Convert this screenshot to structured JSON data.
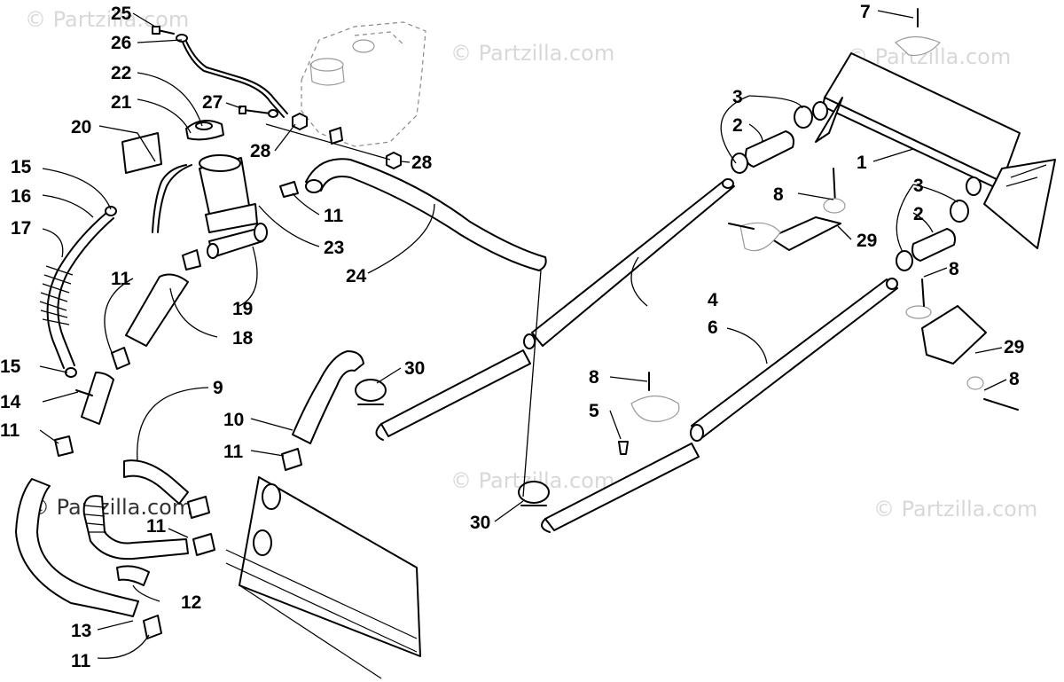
{
  "watermarks": [
    {
      "id": "wm-1",
      "text": "© Partzilla.com"
    },
    {
      "id": "wm-2",
      "text": "© Partzilla.com"
    },
    {
      "id": "wm-3",
      "text": "© Partzilla.com"
    },
    {
      "id": "wm-4",
      "text": "© Partzilla.com"
    },
    {
      "id": "wm-5",
      "text": "© Partzilla.com"
    },
    {
      "id": "wm-6",
      "text": "© Partzilla.com"
    }
  ],
  "callouts": {
    "c1": "1",
    "c2a": "2",
    "c2b": "2",
    "c3a": "3",
    "c3b": "3",
    "c4": "4",
    "c5": "5",
    "c6": "6",
    "c7": "7",
    "c8a": "8",
    "c8b": "8",
    "c8c": "8",
    "c8d": "8",
    "c9": "9",
    "c10": "10",
    "c11a": "11",
    "c11b": "11",
    "c11c": "11",
    "c11d": "11",
    "c11e": "11",
    "c11f": "11",
    "c12": "12",
    "c13": "13",
    "c14": "14",
    "c15a": "15",
    "c15b": "15",
    "c16": "16",
    "c17": "17",
    "c18": "18",
    "c19": "19",
    "c20": "20",
    "c21": "21",
    "c22": "22",
    "c23": "23",
    "c24": "24",
    "c25": "25",
    "c26": "26",
    "c27": "27",
    "c28a": "28",
    "c28b": "28",
    "c29a": "29",
    "c29b": "29",
    "c30a": "30",
    "c30b": "30"
  }
}
